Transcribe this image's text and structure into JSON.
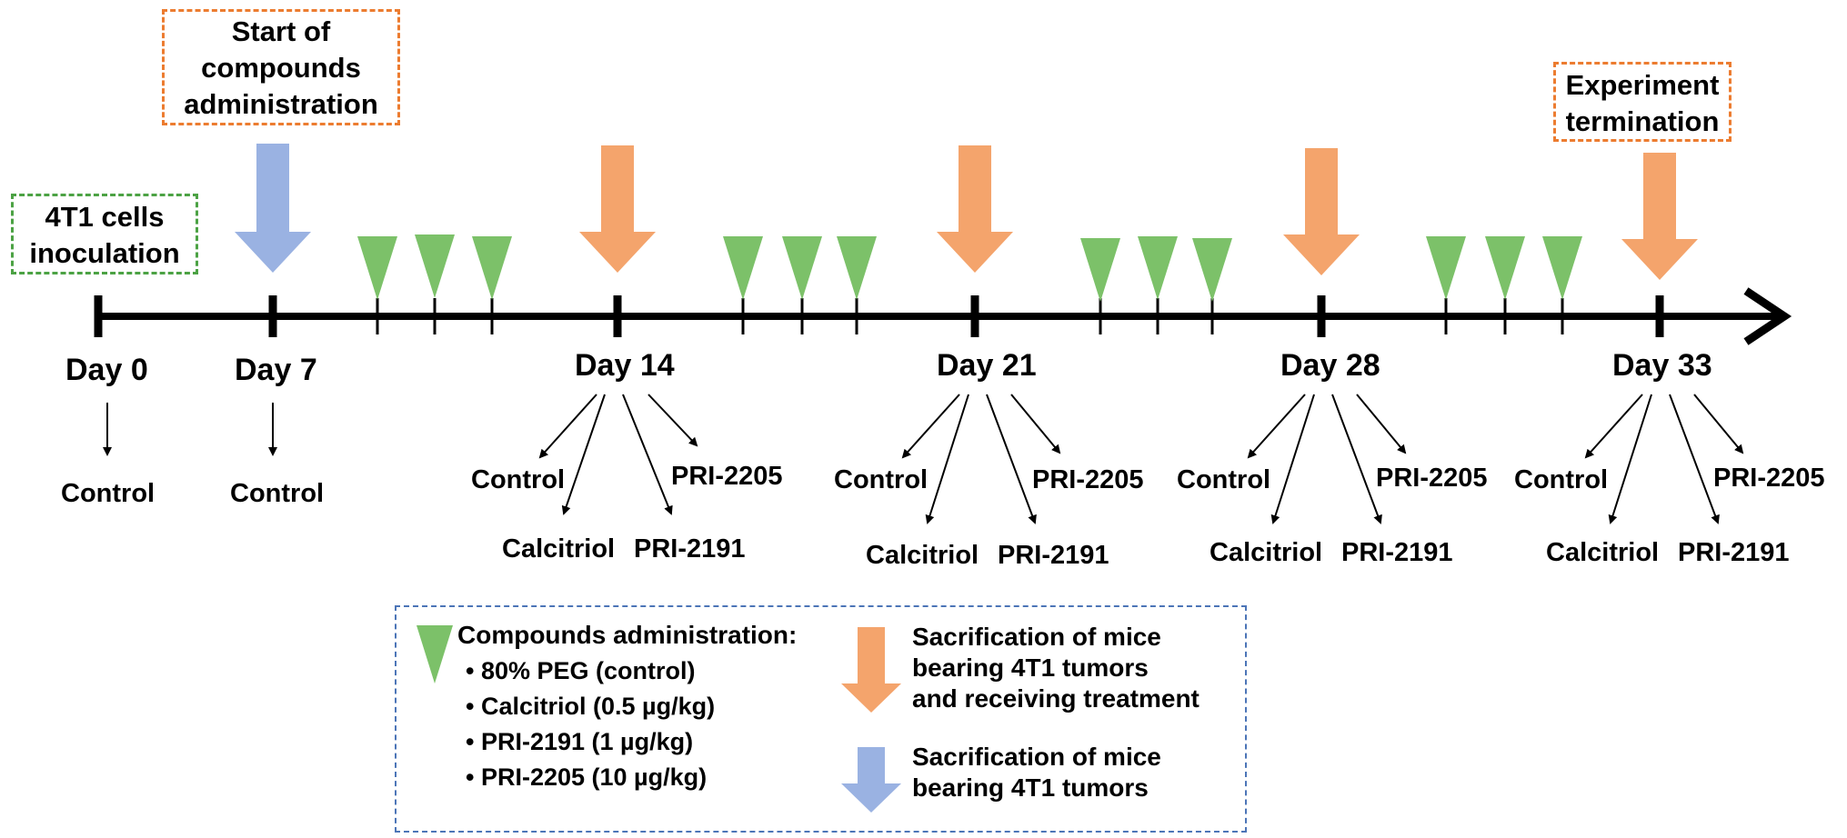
{
  "callouts": {
    "start": [
      "Start of",
      "compounds",
      "administration"
    ],
    "termination": [
      "Experiment",
      "termination"
    ],
    "inoculation": [
      "4T1 cells",
      "inoculation"
    ]
  },
  "days": [
    "Day 0",
    "Day 7",
    "Day 14",
    "Day 21",
    "Day 28",
    "Day 33"
  ],
  "groups": {
    "control": "Control",
    "calcitriol": "Calcitriol",
    "pri2191": "PRI-2191",
    "pri2205": "PRI-2205"
  },
  "legend": {
    "compounds_title": "Compounds administration:",
    "compounds_items": [
      "80% PEG (control)",
      "Calcitriol (0.5 µg/kg)",
      "PRI-2191 (1 µg/kg)",
      "PRI-2205 (10 µg/kg)"
    ],
    "orange_text": [
      "Sacrification of mice",
      "bearing 4T1 tumors",
      "and receiving treatment"
    ],
    "blue_text": [
      "Sacrification of mice",
      "bearing 4T1 tumors"
    ]
  },
  "colors": {
    "orange": "#f4a46c",
    "blue": "#9ab2e2",
    "green": "#7cc169",
    "orange_border": "#ec7c30",
    "green_border": "#4ca244",
    "legend_border": "#4c75b7"
  }
}
